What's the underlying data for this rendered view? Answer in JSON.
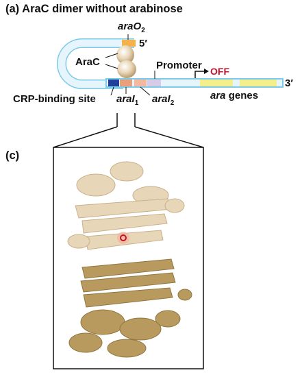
{
  "panel_a_letter": "(a)",
  "panel_a_title": "AraC dimer without arabinose",
  "panel_c_letter": "(c)",
  "labels": {
    "araO2_main": "araO",
    "araO2_sub": "2",
    "five_prime": "5′",
    "three_prime": "3′",
    "arac": "AraC",
    "promoter": "Promoter",
    "off": "OFF",
    "crp_site": "CRP-binding site",
    "aral1_main": "araI",
    "aral1_sub": "1",
    "aral2_main": "araI",
    "aral2_sub": "2",
    "ara_italic": "ara",
    "genes": "genes"
  },
  "colors": {
    "dna_outline": "#7ccbe8",
    "dna_fill": "#e6f5fb",
    "araO2": "#f6b24a",
    "crp": "#1f3f9a",
    "aral1": "#e9a07a",
    "aral2": "#f2b8a0",
    "promoter_box": "#d7cbe8",
    "genes": "#f5ee8c",
    "protein_light": "#e8d6b8",
    "protein_dark": "#b89a5e",
    "off_red": "#c0142c"
  }
}
